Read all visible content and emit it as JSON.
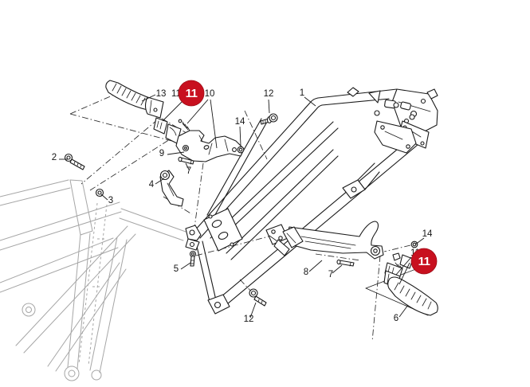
{
  "figure": {
    "background_color": "#ffffff",
    "artwork_color": "#1a1a1a",
    "ghost_artwork_color": "#a6a6a6",
    "label_color": "#161616",
    "callouts": [
      {
        "label": "13"
      },
      {
        "label": "11"
      },
      {
        "label": "10"
      },
      {
        "label": "12"
      },
      {
        "label": "1"
      },
      {
        "label": "14"
      },
      {
        "label": "2"
      },
      {
        "label": "9"
      },
      {
        "label": "7"
      },
      {
        "label": "4"
      },
      {
        "label": "3"
      },
      {
        "label": "5"
      },
      {
        "label": "12"
      },
      {
        "label": "8"
      },
      {
        "label": "7"
      },
      {
        "label": "11"
      },
      {
        "label": "14"
      },
      {
        "label": "6"
      }
    ],
    "badges": [
      {
        "label": "11",
        "color": "#c8101f",
        "text_color": "#ffffff"
      },
      {
        "label": "11",
        "color": "#c8101f",
        "text_color": "#ffffff"
      }
    ]
  }
}
